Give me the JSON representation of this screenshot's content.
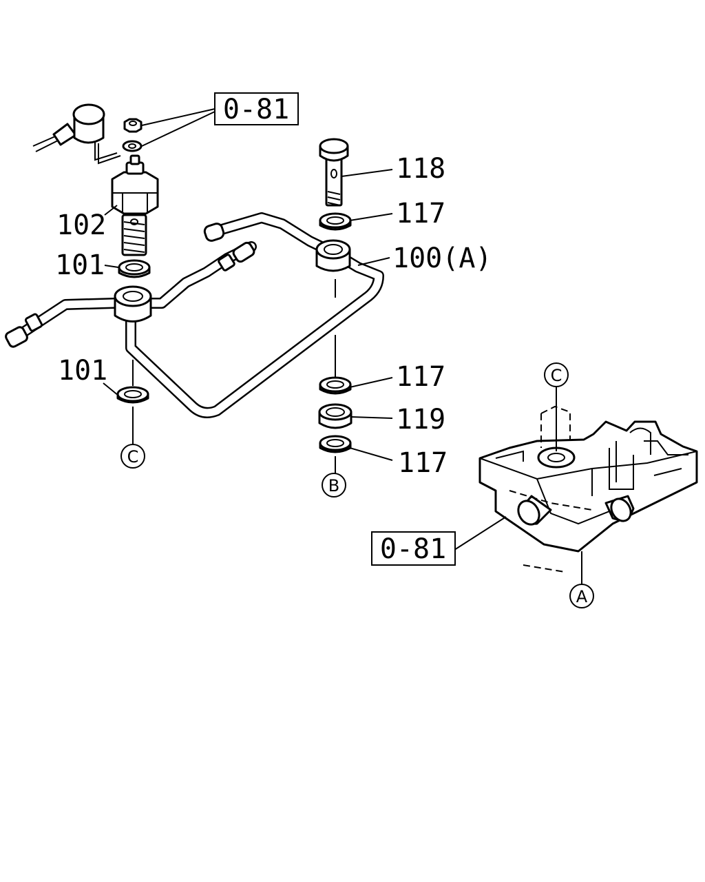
{
  "callouts": {
    "ref_top": "0-81",
    "ref_bottom": "0-81",
    "part_102": "102",
    "part_101_upper": "101",
    "part_101_lower": "101",
    "part_118": "118",
    "part_117_upper": "117",
    "part_100": "100(A)",
    "part_117_middle": "117",
    "part_119": "119",
    "part_117_lower": "117"
  },
  "connectors": {
    "c_left": "C",
    "b_bottom": "B",
    "c_pump": "C",
    "a_pump": "A"
  }
}
